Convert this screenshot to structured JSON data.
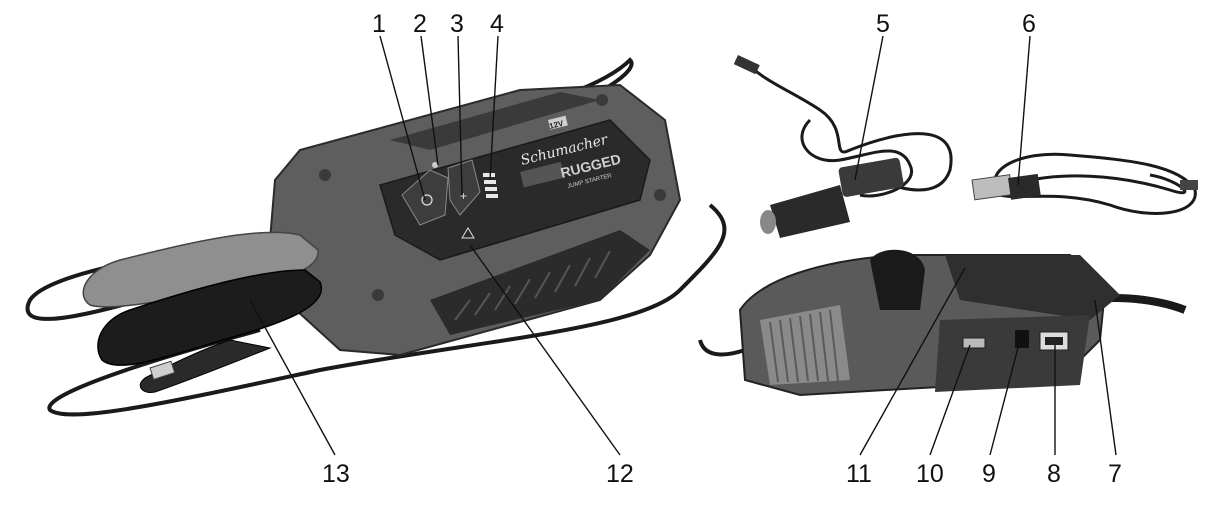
{
  "device": {
    "brand": "Schumacher",
    "model": "RUGGED",
    "subtitle": "JUMP STARTER",
    "voltage_badge": "12V"
  },
  "callouts": [
    {
      "id": "1",
      "label": "1"
    },
    {
      "id": "2",
      "label": "2"
    },
    {
      "id": "3",
      "label": "3"
    },
    {
      "id": "4",
      "label": "4"
    },
    {
      "id": "5",
      "label": "5"
    },
    {
      "id": "6",
      "label": "6"
    },
    {
      "id": "7",
      "label": "7"
    },
    {
      "id": "8",
      "label": "8"
    },
    {
      "id": "9",
      "label": "9"
    },
    {
      "id": "10",
      "label": "10"
    },
    {
      "id": "11",
      "label": "11"
    },
    {
      "id": "12",
      "label": "12"
    },
    {
      "id": "13",
      "label": "13"
    }
  ],
  "colors": {
    "body_dark": "#2e2e2e",
    "body_mid": "#6a6a6a",
    "body_light": "#9a9a9a",
    "clamp_red_gray": "#8f8f8f",
    "clamp_black": "#1c1c1c",
    "cable": "#1a1a1a",
    "line": "#111111"
  }
}
